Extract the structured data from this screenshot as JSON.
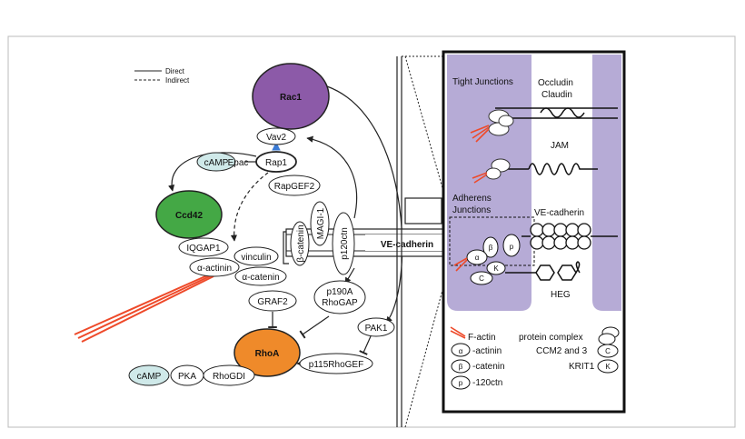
{
  "legend": {
    "direct": "Direct",
    "indirect": "Indirect"
  },
  "nodes": {
    "rac1": "Rac1",
    "vav2": "Vav2",
    "camp_top": "cAMP",
    "epac": "Epac",
    "rap1": "Rap1",
    "rapgef2": "RapGEF2",
    "ccd42": "Ccd42",
    "iqgap1": "IQGAP1",
    "alpha_actinin": "α-actinin",
    "vinculin": "vinculin",
    "alpha_catenin": "α-catenin",
    "beta_catenin": "β-catenin",
    "magi1": "MAGI-1",
    "p120ctn": "p120ctn",
    "ve_cadherin_main": "VE-cadherin",
    "graf2": "GRAF2",
    "p190a_line1": "p190A",
    "p190a_line2": "RhoGAP",
    "pak1": "PAK1",
    "rhoa": "RhoA",
    "p115rhogef": "p115RhoGEF",
    "camp_bottom": "cAMP",
    "pka": "PKA",
    "rhogdi": "RhoGDI"
  },
  "inset": {
    "tight_junctions": "Tight Junctions",
    "occludin": "Occludin",
    "claudin": "Claudin",
    "jam": "JAM",
    "adherens_line1": "Adherens",
    "adherens_line2": "Junctions",
    "ve_cadherin": "VE-cadherin",
    "heg": "HEG",
    "alpha_symbol": "α",
    "beta_symbol": "β",
    "p_symbol": "p",
    "k_symbol": "K",
    "c_symbol": "C"
  },
  "key": {
    "f_actin": "F-actin",
    "protein_complex": "protein complex",
    "alpha_symbol": "α",
    "alpha_label": "-actinin",
    "beta_symbol": "β",
    "beta_label": "-catenin",
    "p_symbol": "p",
    "p_label": "-120ctn",
    "ccm2_label": "CCM2 and 3",
    "c_symbol": "C",
    "krit1_label": "KRIT1",
    "k_symbol": "K"
  },
  "colors": {
    "rac1": "#8c5aa8",
    "ccd42": "#44a845",
    "rhoa": "#ef8a2a",
    "camp": "#cfe9e9",
    "cell": "#b6abd6",
    "actin": "#ee4a2a"
  }
}
